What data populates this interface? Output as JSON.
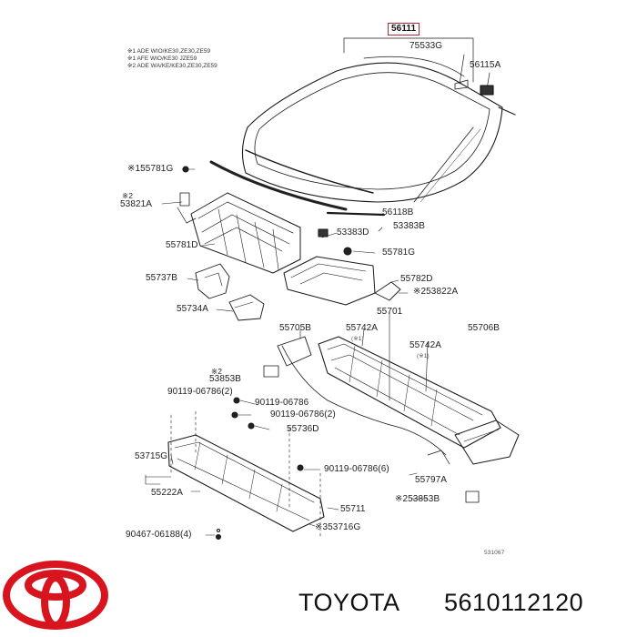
{
  "diagram": {
    "notes": [
      "※1 ADE WIO/KE30,ZE30,ZE59",
      "※1 AFE WIO/KE30 JZE59",
      "※2 ADE WA/KE/KE30,ZE30,ZE59"
    ],
    "labels": {
      "p56111": "56111",
      "p75533G": "75533G",
      "p56115A": "56115A",
      "p55781G_top": "※155781G",
      "p53821A_marker": "※2",
      "p53821A": "53821A",
      "p56118B": "56118B",
      "p53383B": "53383B",
      "p53383D": "53383D",
      "p55781D": "55781D",
      "p55781G": "55781G",
      "p55737B": "55737B",
      "p55782D": "55782D",
      "p53822A": "※253822A",
      "p55701": "55701",
      "p55734A": "55734A",
      "p55705B": "55705B",
      "p55742A_1": "55742A",
      "p55706B": "55706B",
      "p55742A_2": "55742A",
      "p53853B_marker": "※2",
      "p53853B_top": "53853B",
      "p90119_2": "90119-06786(2)",
      "p90119": "90119-06786",
      "p90119_2b": "90119-06786(2)",
      "p55736D": "55736D",
      "p53715G": "53715G",
      "p90119_6": "90119-06786(6)",
      "p55222A": "55222A",
      "p55797A": "55797A",
      "p53853B": "※253853B",
      "p55711": "55711",
      "p90467": "90467-06188(4)",
      "p53716G": "※353716G"
    },
    "sub_notes": {
      "n1": "(※1)",
      "n2": "(※1)"
    },
    "code": "531067"
  },
  "footer": {
    "brand": "TOYOTA",
    "part_number": "5610112120"
  },
  "colors": {
    "logo_red": "#d8141e",
    "box_border": "#b0283a"
  }
}
